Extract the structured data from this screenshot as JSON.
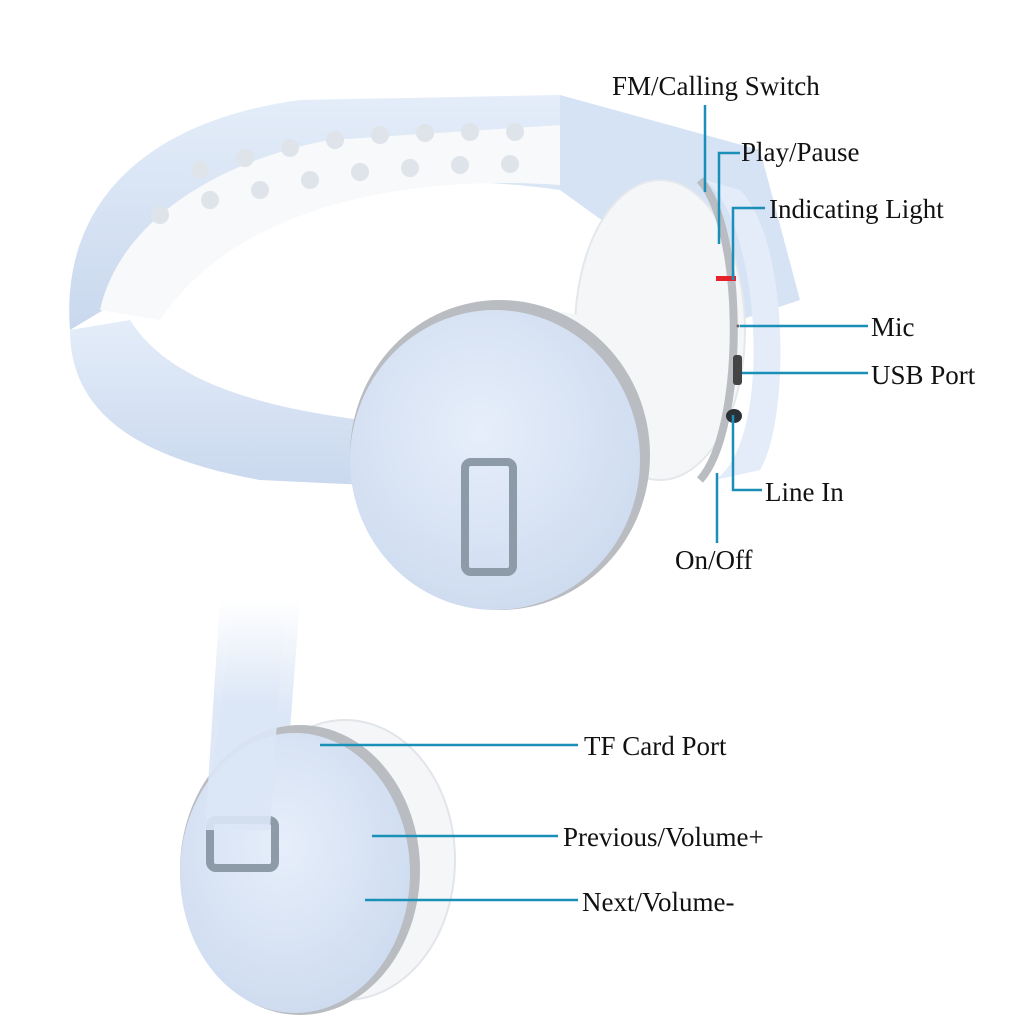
{
  "colors": {
    "callout_line": "#1a8fb8",
    "headphone_body": "#dbe7f7",
    "cushion": "#f4f6f8",
    "ring": "#b9bcc0",
    "indicator": "#e8202a"
  },
  "top_view": {
    "callouts": [
      {
        "id": "fm-calling-switch",
        "label": "FM/Calling Switch"
      },
      {
        "id": "play-pause",
        "label": "Play/Pause"
      },
      {
        "id": "indicating-light",
        "label": "Indicating Light"
      },
      {
        "id": "mic",
        "label": "Mic"
      },
      {
        "id": "usb-port",
        "label": "USB Port"
      },
      {
        "id": "line-in",
        "label": "Line In"
      },
      {
        "id": "on-off",
        "label": "On/Off"
      }
    ]
  },
  "bottom_view": {
    "callouts": [
      {
        "id": "tf-card-port",
        "label": "TF Card Port"
      },
      {
        "id": "previous-volume-up",
        "label": "Previous/Volume+"
      },
      {
        "id": "next-volume-down",
        "label": "Next/Volume-"
      }
    ]
  }
}
